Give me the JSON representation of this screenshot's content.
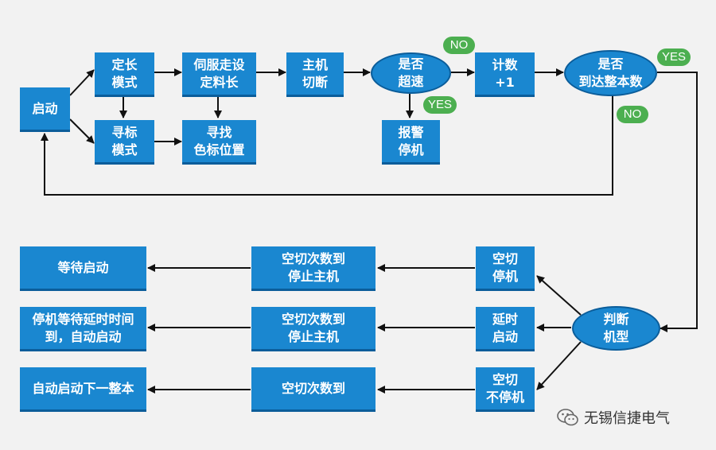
{
  "nodes": {
    "start": "启动",
    "fixed_mode": "定长\n模式",
    "servo_set": "伺服走设\n定料长",
    "main_cut": "主机\n切断",
    "overspeed_q": "是否\n超速",
    "count": "计数\n+1",
    "full_q": "是否\n到达整本数",
    "mark_mode": "寻标\n模式",
    "find_mark": "寻找\n色标位置",
    "alarm_stop": "报警\n停机",
    "judge_type": "判断\n机型",
    "idle_stop": "空切\n停机",
    "delay_start": "延时\n启动",
    "idle_nostop": "空切\n不停机",
    "idle_count_stop_1": "空切次数到\n停止主机",
    "idle_count_stop_2": "空切次数到\n停止主机",
    "idle_count_3": "空切次数到",
    "wait_start": "等待启动",
    "stop_wait_delay": "停机等待延时时间\n到，自动启动",
    "auto_next": "自动启动下一整本"
  },
  "tags": {
    "no_overspeed": "NO",
    "yes_overspeed": "YES",
    "yes_full": "YES",
    "no_full": "NO"
  },
  "brand": {
    "name": "无锡信捷电气",
    "icon": "wechat-icon"
  },
  "colors": {
    "box": "#1a87d0",
    "box_shadow": "#0b5d9a",
    "tag": "#4caf50",
    "line": "#111111",
    "background": "#f2f2f2"
  }
}
